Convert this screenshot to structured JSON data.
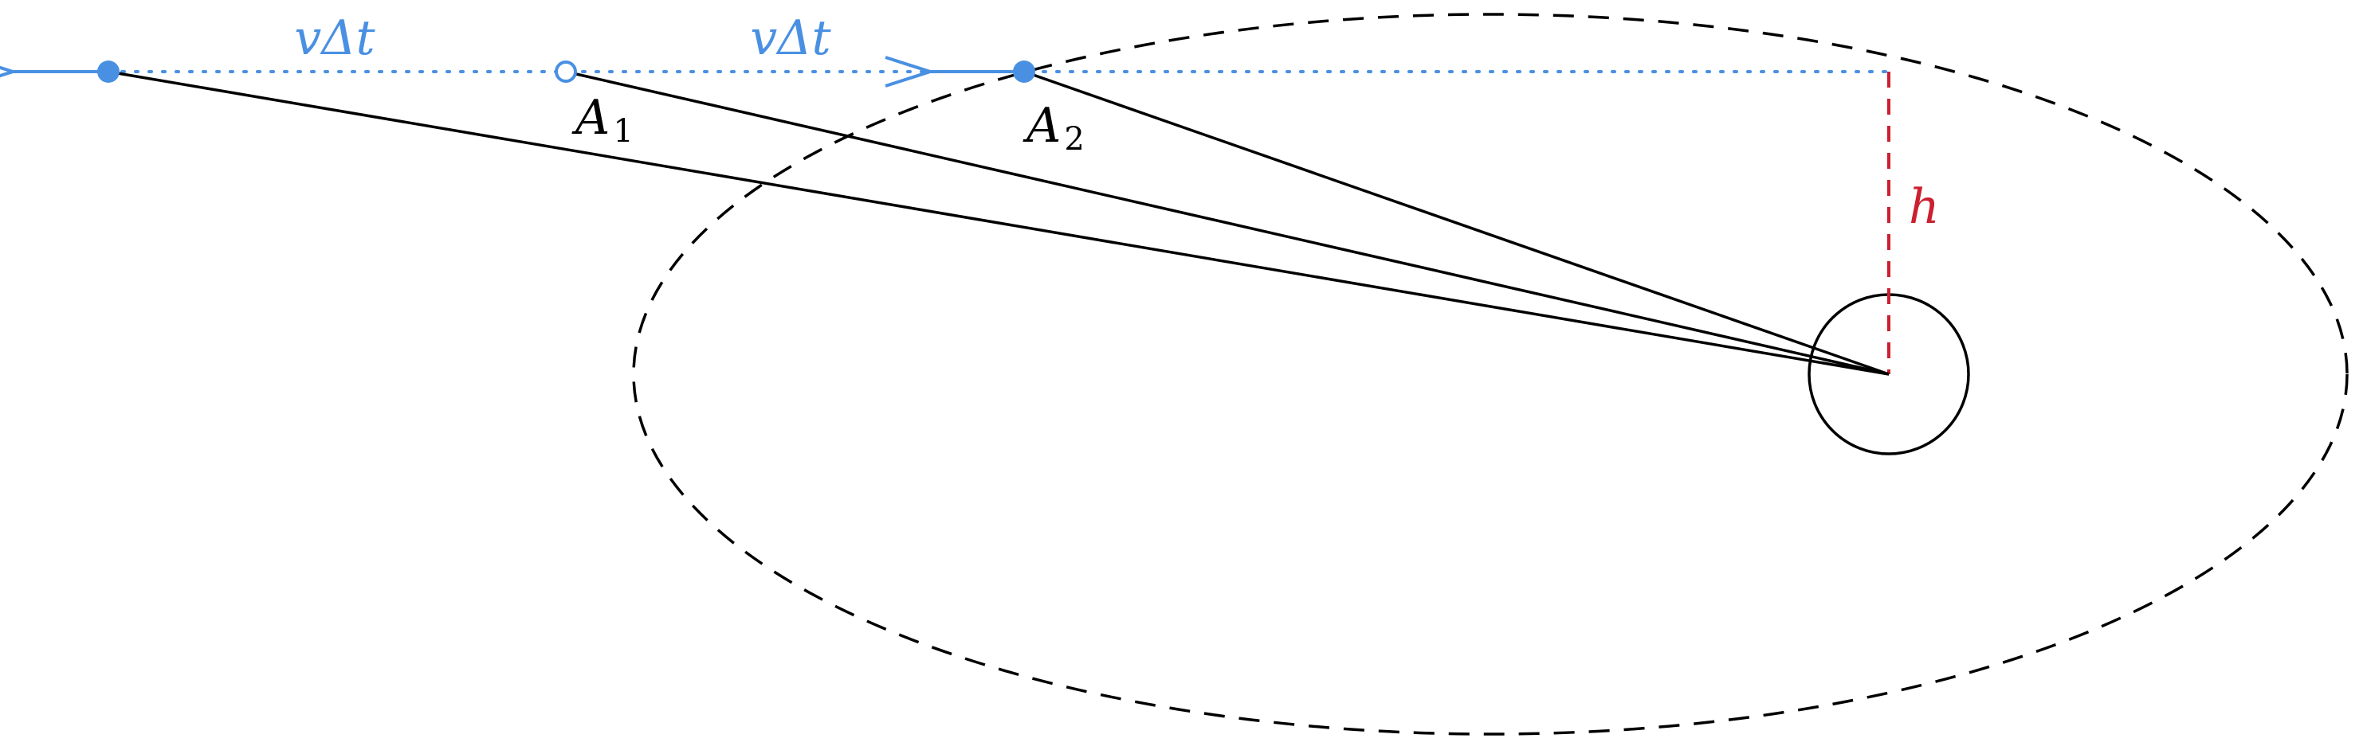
{
  "diagram": {
    "labels": {
      "displacement_1": "vΔt",
      "displacement_2": "vΔt",
      "point_a1_main": "A",
      "point_a1_sub": "1",
      "point_a2_main": "A",
      "point_a2_sub": "2",
      "height": "h"
    },
    "colors": {
      "trajectory": "#4a90e2",
      "height_marker": "#cc1f2f",
      "geometry": "#000000",
      "background": "#ffffff"
    }
  }
}
